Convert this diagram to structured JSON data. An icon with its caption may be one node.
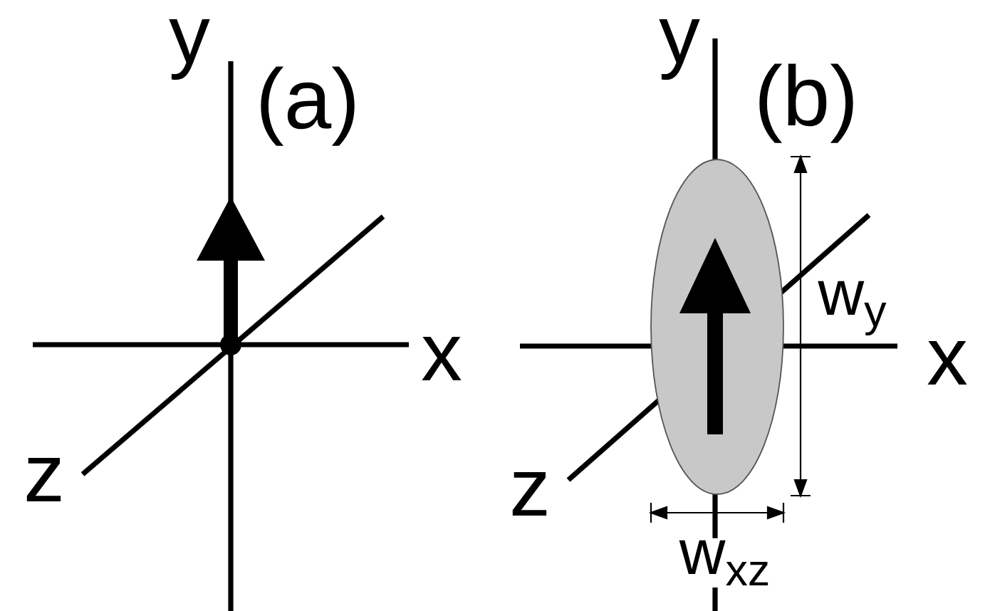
{
  "diagram": {
    "labels": [
      "y",
      "(a)",
      "x",
      "z",
      "y",
      "(b)",
      "w$_{y}$",
      "x",
      "z",
      "w$_{xz}$"
    ]
  }
}
